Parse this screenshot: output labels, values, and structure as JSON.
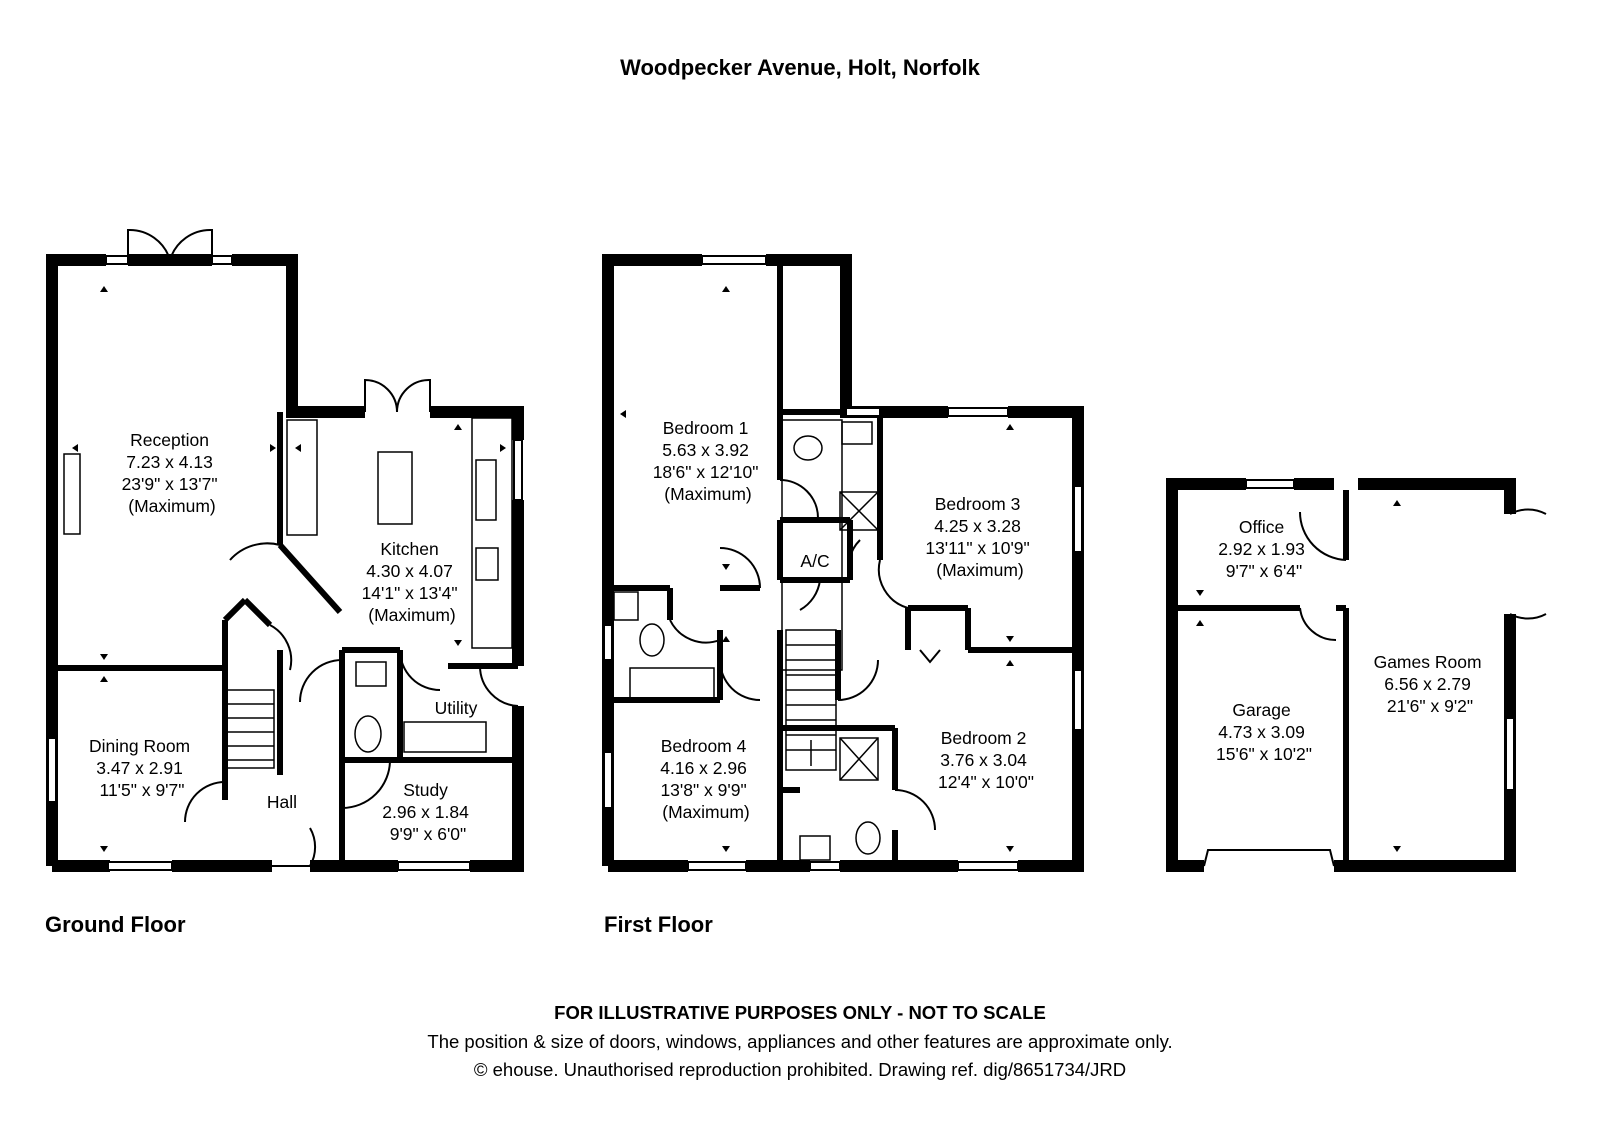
{
  "title": "Woodpecker Avenue, Holt, Norfolk",
  "floors": {
    "ground": "Ground Floor",
    "first": "First Floor"
  },
  "rooms": {
    "reception": [
      "Reception",
      "7.23 x 4.13",
      "23'9\" x 13'7\"",
      "(Maximum)"
    ],
    "kitchen": [
      "Kitchen",
      "4.30 x 4.07",
      "14'1\" x 13'4\"",
      "(Maximum)"
    ],
    "utility": [
      "Utility"
    ],
    "dining": [
      "Dining Room",
      "3.47 x 2.91",
      "11'5\" x 9'7\""
    ],
    "hall": [
      "Hall"
    ],
    "study": [
      "Study",
      "2.96 x 1.84",
      "9'9\" x 6'0\""
    ],
    "bedroom1": [
      "Bedroom 1",
      "5.63 x 3.92",
      "18'6\" x 12'10\"",
      "(Maximum)"
    ],
    "bedroom3": [
      "Bedroom 3",
      "4.25 x 3.28",
      "13'11\" x 10'9\"",
      "(Maximum)"
    ],
    "ac": [
      "A/C"
    ],
    "bedroom4": [
      "Bedroom 4",
      "4.16 x 2.96",
      "13'8\" x 9'9\"",
      "(Maximum)"
    ],
    "bedroom2": [
      "Bedroom 2",
      "3.76 x 3.04",
      "12'4\" x 10'0\""
    ],
    "office": [
      "Office",
      "2.92 x 1.93",
      "9'7\" x 6'4\""
    ],
    "garage": [
      "Garage",
      "4.73 x 3.09",
      "15'6\" x 10'2\""
    ],
    "games": [
      "Games Room",
      "6.56 x 2.79",
      "21'6\" x 9'2\""
    ]
  },
  "footer": {
    "line1": "FOR ILLUSTRATIVE PURPOSES ONLY - NOT TO SCALE",
    "line2": "The position & size of doors, windows, appliances and other features are approximate only.",
    "line3": "© ehouse. Unauthorised reproduction prohibited. Drawing ref. dig/8651734/JRD"
  }
}
